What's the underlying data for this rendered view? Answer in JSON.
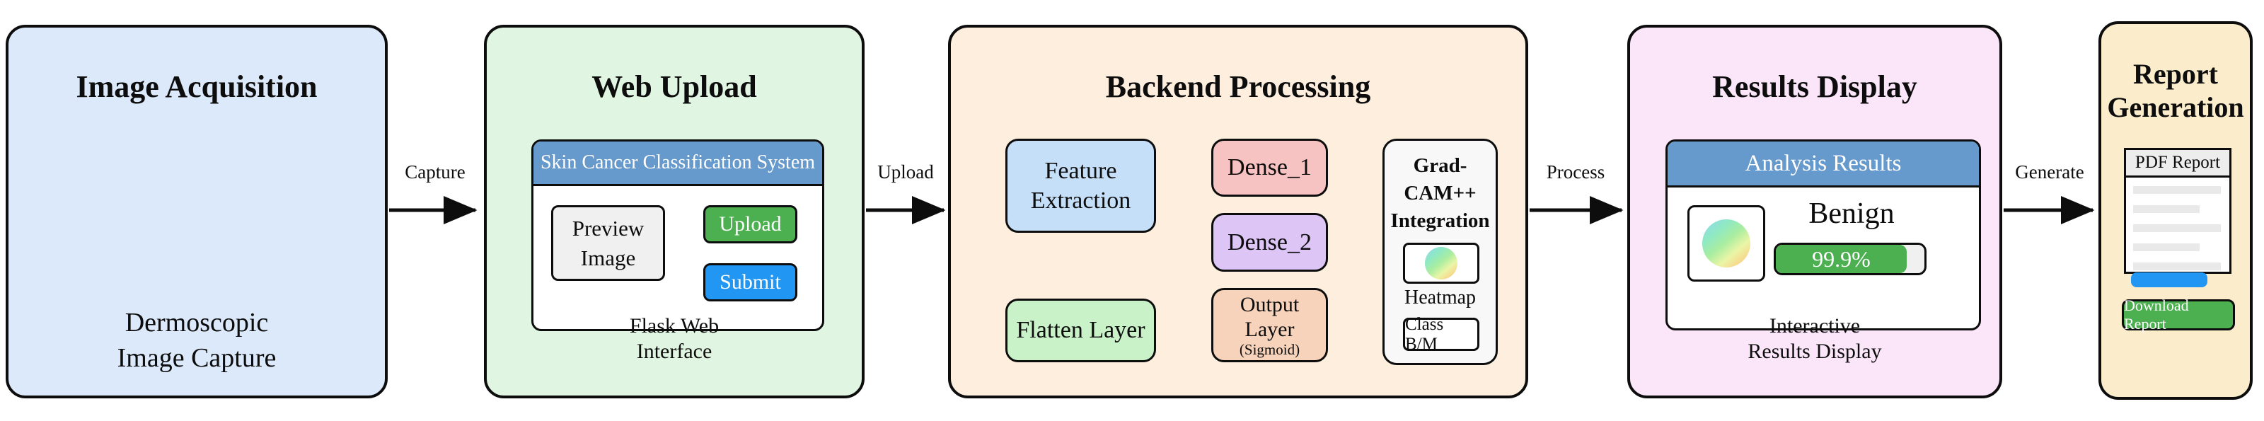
{
  "arrows": {
    "capture": "Capture",
    "upload": "Upload",
    "process": "Process",
    "generate": "Generate"
  },
  "panels": {
    "image_acquisition": {
      "title": "Image Acquisition",
      "caption": [
        "Dermoscopic",
        "Image Capture"
      ]
    },
    "web_upload": {
      "title": "Web Upload",
      "browser_header": "Skin Cancer Classification System",
      "preview": [
        "Preview",
        "Image"
      ],
      "upload_button": "Upload",
      "submit_button": "Submit",
      "caption": [
        "Flask Web",
        "Interface"
      ]
    },
    "backend_processing": {
      "title": "Backend Processing",
      "feature": [
        "Feature",
        "Extraction"
      ],
      "flatten": "Flatten Layer",
      "dense1": "Dense_1",
      "dense2": "Dense_2",
      "output": [
        "Output",
        "Layer"
      ],
      "output_sub": "(Sigmoid)",
      "gradcam": [
        "Grad-CAM++",
        "Integration"
      ],
      "heatmap_label": "Heatmap",
      "class_label": "Class B/M"
    },
    "results_display": {
      "title": "Results Display",
      "card_header": "Analysis Results",
      "classification": "Benign",
      "confidence": "99.9%",
      "caption": [
        "Interactive",
        "Results Display"
      ]
    },
    "report_generation": {
      "title": [
        "Report",
        "Generation"
      ],
      "doc_header": "PDF Report",
      "download_button": "Download Report"
    }
  },
  "colors": {
    "panel_image_acquisition_bg": "#dbe9fa",
    "panel_web_upload_bg": "#e1f6e2",
    "panel_backend_bg": "#fdeedd",
    "panel_results_bg": "#fbe6f9",
    "panel_report_bg": "#fbeccb",
    "header_blue": "#6699cc",
    "button_green": "#4caf50",
    "button_blue": "#2196f3",
    "progress_green": "#4caf50",
    "feature_box": "#c5dff8",
    "flatten_box": "#c9f2c9",
    "dense1_box": "#f6c3c2",
    "dense2_box": "#ddc6f6",
    "output_box": "#f7d3bb",
    "gradcam_box": "#f8f8f8",
    "lens_blue": "#5b8fc9",
    "lesion_pink": "#f9c6c6",
    "lesion_core": "#bf5654"
  }
}
